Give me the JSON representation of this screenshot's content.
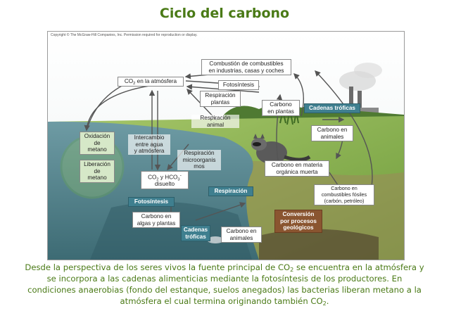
{
  "title": "Ciclo del carbono",
  "copyright": "Copyright © The McGraw-Hill Companies, Inc. Permission required for reproduction or display.",
  "labels": {
    "combustion_1": "Combustión de combustibles",
    "combustion_2": "en industrias, casas y coches",
    "co2_atm_pre": "CO",
    "co2_atm_sub": "2",
    "co2_atm_post": " en la atmósfera",
    "fotosintesis_top": "Fotosíntesis",
    "resp_plantas_1": "Respiración",
    "resp_plantas_2": "plantas",
    "resp_animal_1": "Respiración",
    "resp_animal_2": "animal",
    "carbono_plantas_1": "Carbono",
    "carbono_plantas_2": "en plantas",
    "cadenas_top": "Cadenas tróficas",
    "carbono_animales_top_1": "Carbono en",
    "carbono_animales_top_2": "animales",
    "oxidacion_1": "Oxidación",
    "oxidacion_2": "de",
    "oxidacion_3": "metano",
    "liberacion_1": "Liberación",
    "liberacion_2": "de",
    "liberacion_3": "metano",
    "intercambio_1": "Intercambio",
    "intercambio_2": "entre agua",
    "intercambio_3": "y atmósfera",
    "resp_micro_1": "Respiración",
    "resp_micro_2": "microorganis",
    "resp_micro_3": "mos",
    "materia_muerta_1": "Carbono en materia",
    "materia_muerta_2": "orgánica muerta",
    "co2_hco3_pre": "CO",
    "co2_hco3_sub1": "2",
    "co2_hco3_mid": " y HCO",
    "co2_hco3_sub2": "3",
    "co2_hco3_sup": "-",
    "co2_hco3_2": "disuelto",
    "respiracion_water": "Respiración",
    "fosiles_1": "Carbono en",
    "fosiles_2": "combustibles fósiles",
    "fosiles_3": "(carbón, petróleo)",
    "fotosintesis_water": "Fotosíntesis",
    "conversion_1": "Conversión",
    "conversion_2": "por procesos",
    "conversion_3": "geológicos",
    "algas_1": "Carbono en",
    "algas_2": "algas y plantas",
    "cadenas_water_1": "Cadenas",
    "cadenas_water_2": "tróficas",
    "carbono_animales_water_1": "Carbono en",
    "carbono_animales_water_2": "animales"
  },
  "caption": {
    "l1a": "Desde  la perspectiva de los seres vivos la fuente principal de CO",
    "l1sub": "2",
    "l1b": " se encuentra en la atmósfera y",
    "l2": "se incorpora a las cadenas alimenticias mediante la fotosíntesis de los productores. En",
    "l3": "condiciones anaerobias (fondo del estanque, suelos anegados) las bacterias liberan metano a la",
    "l4a": "atmósfera el cual termina originando también CO",
    "l4sub": "2",
    "l4b": "."
  },
  "colors": {
    "title": "#4a7a16",
    "caption": "#4a7a16",
    "green_box": "#3f7f8f",
    "brown_box": "#8a5530"
  }
}
